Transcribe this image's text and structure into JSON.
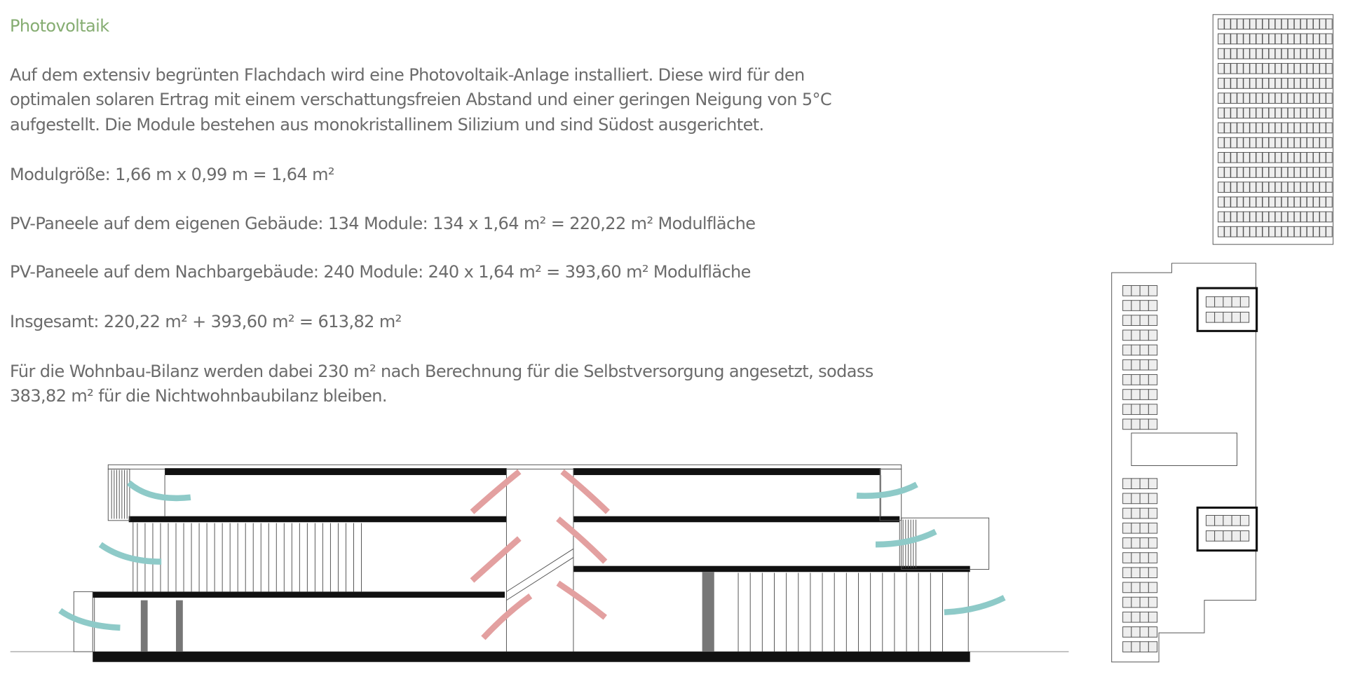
{
  "title": "Photovoltaik",
  "intro": [
    "Auf dem extensiv begrünten Flachdach wird eine Photovoltaik-Anlage installiert. Diese wird für den",
    "optimalen solaren Ertrag mit einem verschattungsfreien Abstand und einer geringen Neigung von 5°C",
    "aufgestellt. Die Module bestehen aus monokristallinem Silizium und sind Südost ausgerichtet."
  ],
  "module_size": "Modulgröße: 1,66 m x 0,99 m = 1,64 m²",
  "own_building": "PV-Paneele auf dem eigenen Gebäude: 134 Module: 134 x 1,64 m² = 220,22 m² Modulfläche",
  "neighbour_building": "PV-Paneele auf dem Nachbargebäude: 240 Module: 240 x 1,64 m² = 393,60 m² Modulfläche",
  "total": "Insgesamt: 220,22 m² + 393,60 m² = 613,82 m²",
  "conclusion": [
    "Für die Wohnbau-Bilanz werden dabei 230 m² nach Berechnung für die Selbstversorgung angesetzt, sodass",
    "383,82 m² für die Nichtwohnbaubilanz bleiben."
  ],
  "colors": {
    "title": "#86ad72",
    "text": "#6b6b6b",
    "cold_air": "#8ecac8",
    "warm_air": "#e3a0a0"
  }
}
